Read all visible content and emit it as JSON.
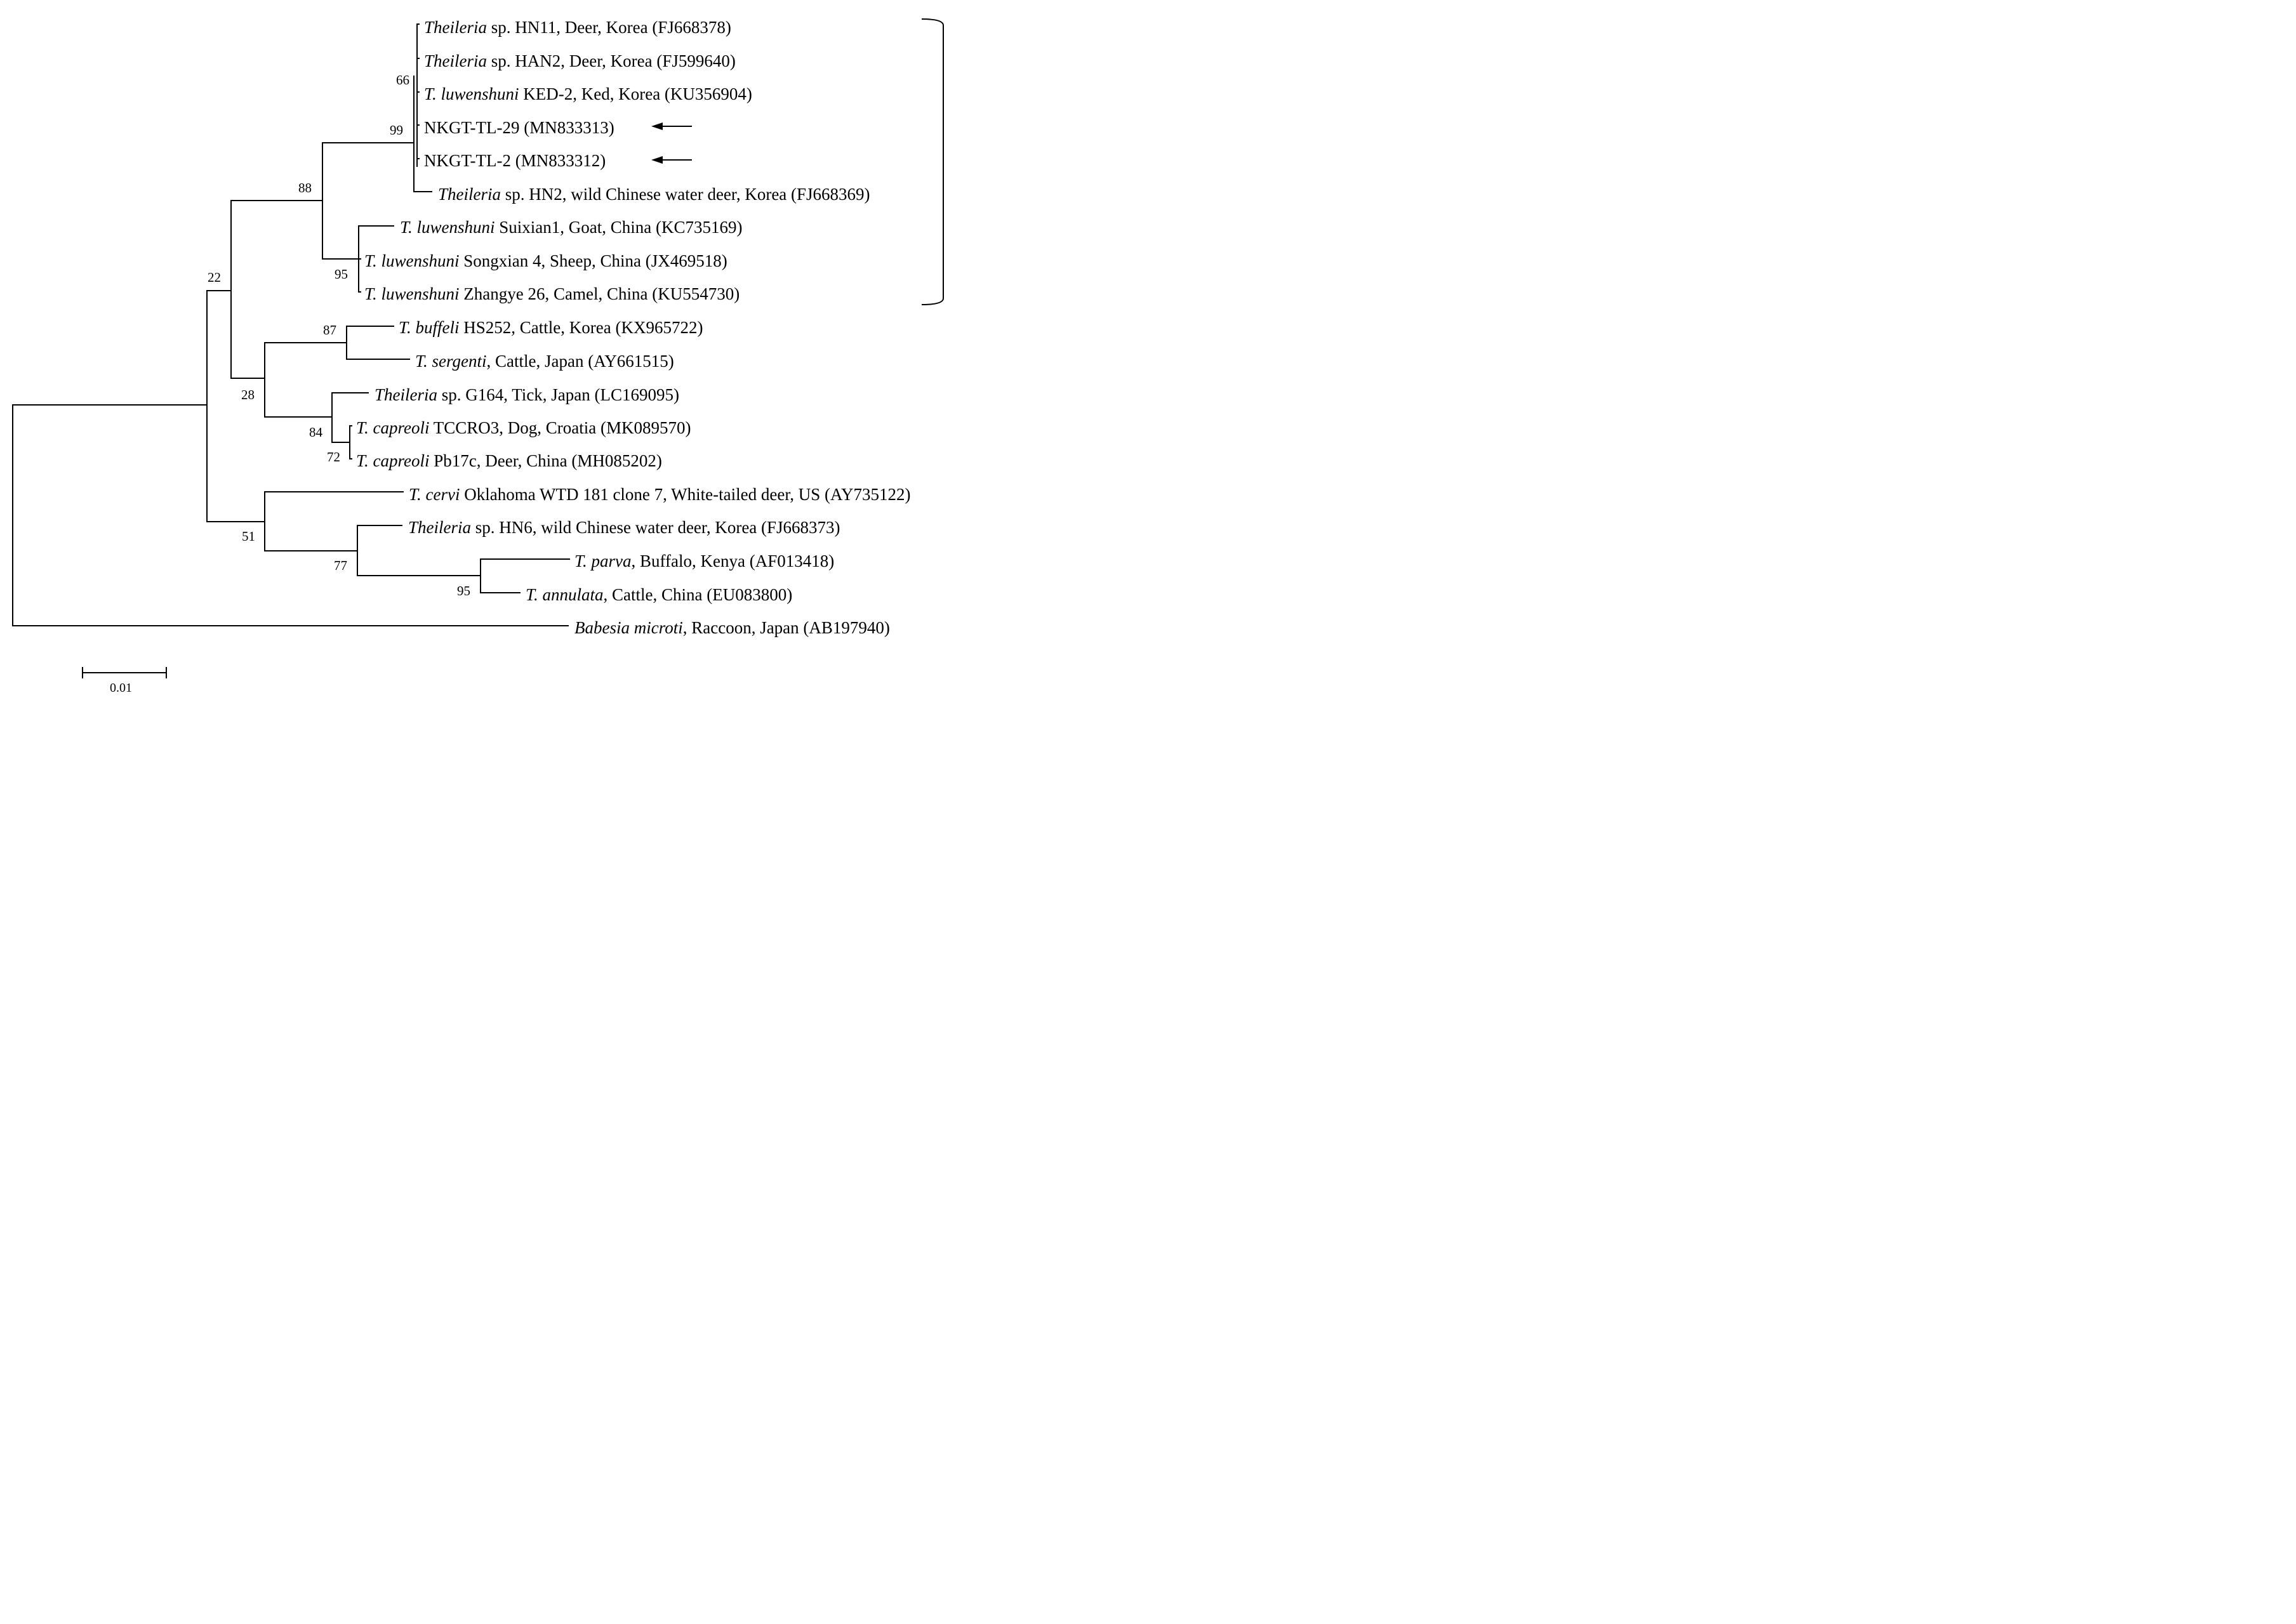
{
  "taxa": {
    "hn11": {
      "italic": "Theileria",
      "rest": " sp. HN11, Deer, Korea (FJ668378)"
    },
    "han2": {
      "italic": "Theileria",
      "rest": " sp. HAN2, Deer, Korea (FJ599640)"
    },
    "ked2": {
      "italic": "T. luwenshuni",
      "rest": " KED-2, Ked, Korea (KU356904)"
    },
    "tl29": {
      "italic": "",
      "rest": "NKGT-TL-29 (MN833313)"
    },
    "tl2": {
      "italic": "",
      "rest": "NKGT-TL-2 (MN833312)"
    },
    "hn2": {
      "italic": "Theileria",
      "rest": " sp. HN2, wild Chinese water deer, Korea (FJ668369)"
    },
    "suixian1": {
      "italic": "T. luwenshuni",
      "rest": " Suixian1, Goat, China (KC735169)"
    },
    "songxian4": {
      "italic": "T. luwenshuni",
      "rest": " Songxian 4, Sheep, China (JX469518)"
    },
    "zhangye26": {
      "italic": "T. luwenshuni",
      "rest": " Zhangye 26, Camel, China (KU554730)"
    },
    "hs252": {
      "italic": "T. buffeli",
      "rest": " HS252, Cattle, Korea (KX965722)"
    },
    "sergenti": {
      "italic": "T. sergenti",
      "rest": ", Cattle, Japan (AY661515)"
    },
    "g164": {
      "italic": "Theileria",
      "rest": " sp. G164, Tick, Japan (LC169095)"
    },
    "tccro3": {
      "italic": "T. capreoli",
      "rest": " TCCRO3, Dog, Croatia (MK089570)"
    },
    "pb17c": {
      "italic": "T. capreoli",
      "rest": " Pb17c, Deer, China (MH085202)"
    },
    "cervi": {
      "italic": "T. cervi",
      "rest": " Oklahoma WTD 181 clone 7, White-tailed deer, US (AY735122)"
    },
    "hn6": {
      "italic": "Theileria",
      "rest": " sp. HN6, wild Chinese water deer, Korea (FJ668373)"
    },
    "parva": {
      "italic": "T. parva",
      "rest": ", Buffalo, Kenya (AF013418)"
    },
    "annulata": {
      "italic": "T. annulata",
      "rest": ", Cattle, China (EU083800)"
    },
    "babesia": {
      "italic": "Babesia microti",
      "rest": ", Raccoon, Japan (AB197940)"
    }
  },
  "bootstrap": {
    "b66": "66",
    "b99": "99",
    "b88": "88",
    "b95a": "95",
    "b22": "22",
    "b87": "87",
    "b28": "28",
    "b84": "84",
    "b72": "72",
    "b51": "51",
    "b77": "77",
    "b95b": "95"
  },
  "scale_bar": {
    "label": "0.01"
  }
}
